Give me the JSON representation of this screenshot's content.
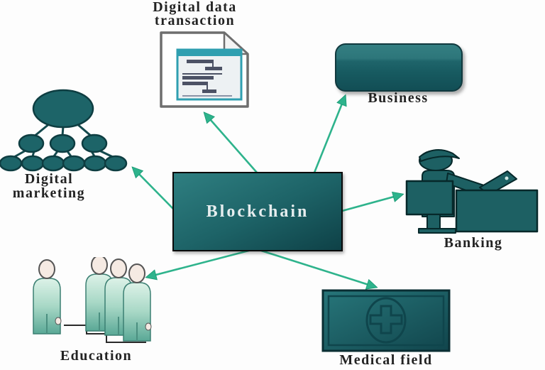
{
  "diagram": {
    "type": "hub-and-spoke",
    "center": {
      "label": "Blockchain"
    },
    "nodes": {
      "digital_data_transaction": {
        "line1": "Digital data",
        "line2": "transaction",
        "icon": "document-window-icon"
      },
      "business": {
        "label": "Business",
        "icon": "rounded-panel-icon"
      },
      "banking": {
        "label": "Banking",
        "icon": "bank-teller-desk-icon"
      },
      "medical_field": {
        "label": "Medical field",
        "icon": "medical-cross-plate-icon"
      },
      "education": {
        "label": "Education",
        "icon": "people-group-icon"
      },
      "digital_marketing": {
        "line1": "Digital",
        "line2": "marketing",
        "icon": "hierarchy-tree-icon"
      }
    },
    "colors": {
      "node_fill": "#1d6468",
      "node_stroke": "#0e3d41",
      "center_gradient_top": "#2f7f81",
      "center_gradient_bottom": "#0e4147",
      "arrow": "#2eb38c",
      "label_text": "#232323",
      "center_text": "#e6edee",
      "doc_accent": "#2f9fb0",
      "figure_light": "#ddf2e8",
      "figure_dark": "#5aa896"
    }
  }
}
